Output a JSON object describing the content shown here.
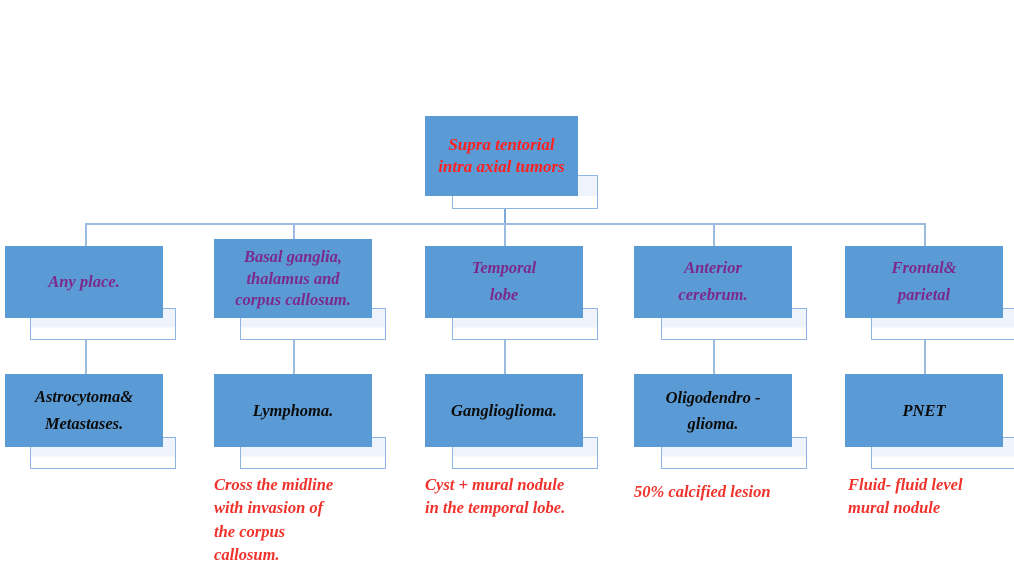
{
  "diagram": {
    "title_node": {
      "id": "supra-tentorial-intra-axial-tumors",
      "label": "Supra tentorial\nintra axial tumors",
      "text_color": "#FF2020",
      "box_color": "#5B9BD5"
    },
    "location_nodes": [
      {
        "id": "any-place",
        "label": "Any place.",
        "text_color": "#7B2A8C"
      },
      {
        "id": "basal-ganglia",
        "label": "Basal ganglia,\nthalamus and\ncorpus callosum.",
        "text_color": "#7B2A8C"
      },
      {
        "id": "temporal-lobe",
        "label": "Temporal\nlobe",
        "text_color": "#7B2A8C"
      },
      {
        "id": "anterior-cerebrum",
        "label": "Anterior\ncerebrum.",
        "text_color": "#7B2A8C"
      },
      {
        "id": "frontal-parietal",
        "label": "Frontal&\nparietal",
        "text_color": "#7B2A8C"
      }
    ],
    "tumor_nodes": [
      {
        "id": "astrocytoma-metastases",
        "label": "Astrocytoma&\nMetastases.",
        "text_color": "#0C0C0C"
      },
      {
        "id": "lymphoma",
        "label": "Lymphoma.",
        "text_color": "#0C0C0C"
      },
      {
        "id": "ganglioglioma",
        "label": "Ganglioglioma.",
        "text_color": "#0C0C0C"
      },
      {
        "id": "oligodendroglioma",
        "label": "Oligodendro -\nglioma.",
        "text_color": "#0C0C0C"
      },
      {
        "id": "pnet",
        "label": "PNET",
        "text_color": "#0C0C0C"
      }
    ],
    "captions": [
      {
        "id": "caption-lymphoma",
        "text": "Cross the midline\nwith invasion of\nthe corpus\ncallosum."
      },
      {
        "id": "caption-ganglioglioma",
        "text": "Cyst + mural nodule\nin the temporal lobe."
      },
      {
        "id": "caption-oligodendroglioma",
        "text": "50% calcified lesion"
      },
      {
        "id": "caption-pnet",
        "text": "Fluid- fluid level\nmural nodule"
      }
    ],
    "colors": {
      "box_fill": "#5B9BD5",
      "overlay_fill": "#EFF3FB",
      "overlay_border": "#8EB4E3",
      "connector": "#7FA9D4",
      "red_text": "#FF2020",
      "purple_text": "#7B2A8C",
      "black_text": "#0C0C0C",
      "caption_red": "#F0322C"
    }
  }
}
